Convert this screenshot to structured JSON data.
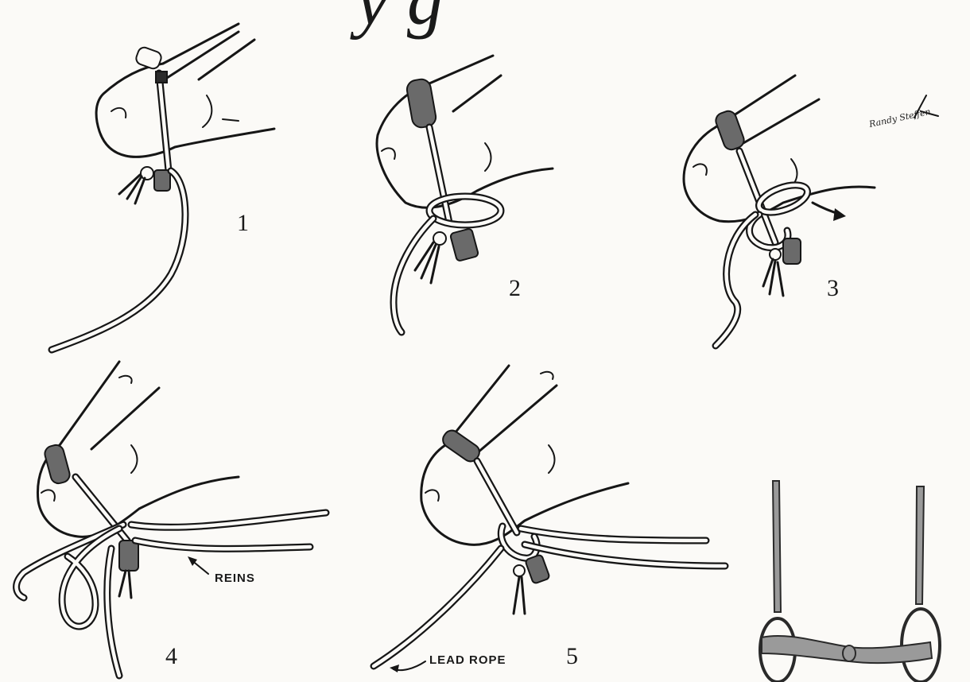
{
  "title_partial": "y g",
  "steps": [
    {
      "number": "1"
    },
    {
      "number": "2"
    },
    {
      "number": "3"
    },
    {
      "number": "4"
    },
    {
      "number": "5"
    }
  ],
  "callouts": {
    "reins": "REINS",
    "lead_rope": "LEAD ROPE"
  },
  "signature": "Randy Steffen",
  "icons": [
    "horse-head-icon",
    "rope-halter-icon",
    "arrow-icon",
    "snaffle-bit-icon"
  ]
}
